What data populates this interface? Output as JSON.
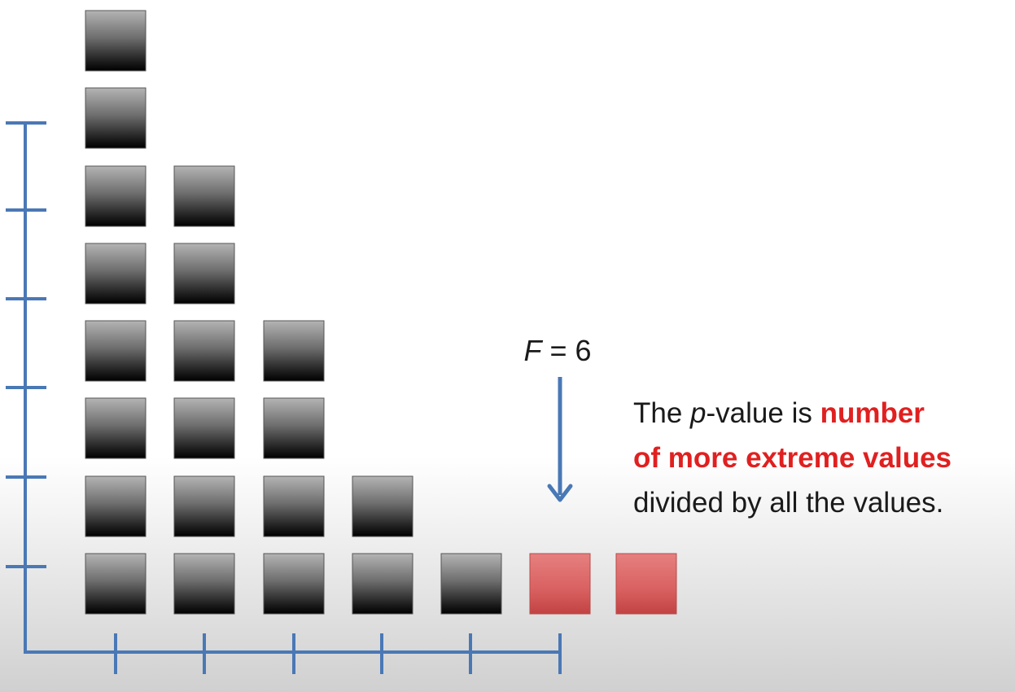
{
  "chart_data": {
    "type": "bar",
    "subtype": "dot-plot",
    "x": [
      1,
      2,
      3,
      4,
      5,
      6,
      7
    ],
    "counts": [
      8,
      6,
      4,
      2,
      1,
      1,
      1
    ],
    "highlighted_x": [
      6,
      7
    ],
    "x_ticks": 6,
    "y_ticks": 6,
    "grid": false,
    "colors": {
      "axis": "#4a78b5",
      "normal_box": "#333333",
      "extreme_box": "#d65a5a",
      "highlight_text": "#e02020"
    }
  },
  "annotation": {
    "f_italic": "F",
    "f_rest": " = 6",
    "arrow_icon": "down-arrow-icon"
  },
  "caption": {
    "line1_before": "The ",
    "line1_italic": "p",
    "line1_after": "-value is ",
    "line1_emph": "number",
    "line2_emph": "of more extreme values",
    "line3": "divided by all the values."
  }
}
